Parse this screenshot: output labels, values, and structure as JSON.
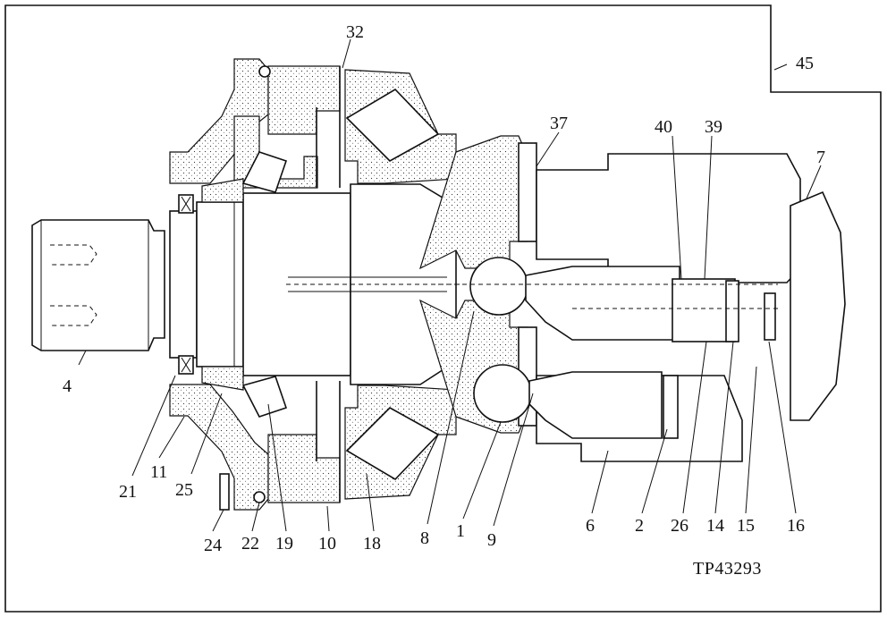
{
  "figure_id": "TP43293",
  "callouts": [
    "32",
    "45",
    "37",
    "40",
    "39",
    "7",
    "4",
    "21",
    "11",
    "25",
    "24",
    "22",
    "19",
    "10",
    "18",
    "8",
    "1",
    "9",
    "6",
    "2",
    "26",
    "14",
    "15",
    "16"
  ]
}
